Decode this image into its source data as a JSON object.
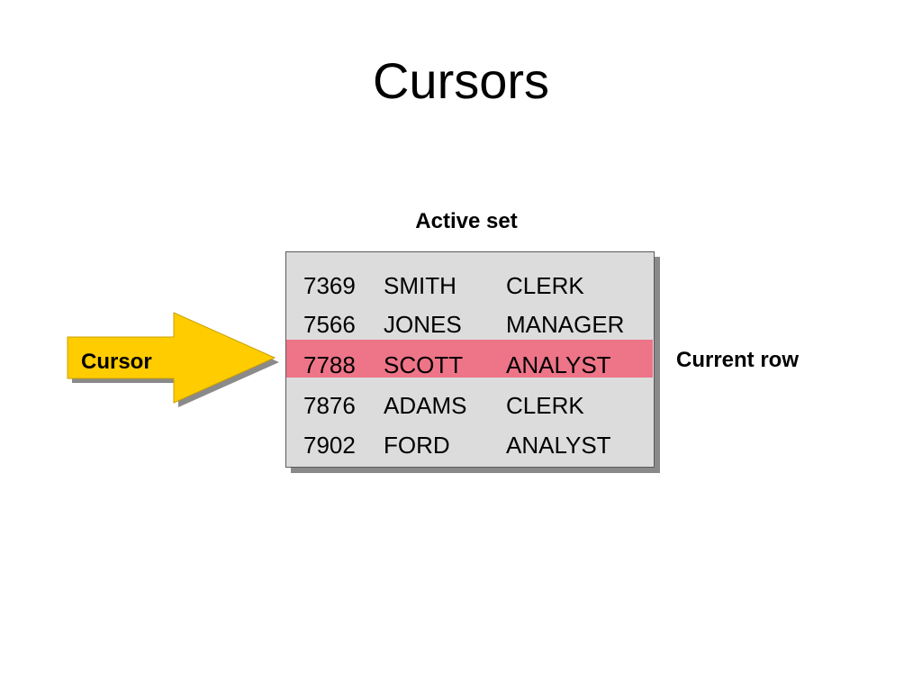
{
  "slide": {
    "title": "Cursors",
    "active_set_label": "Active set",
    "current_row_label": "Current row",
    "cursor_label": "Cursor",
    "colors": {
      "arrow_fill": "#ffcc00",
      "highlight": "#ee7488",
      "table_background": "#dcdcdc",
      "shadow": "#8a8a8a"
    },
    "rows": [
      {
        "id": "7369",
        "name": "SMITH",
        "job": "CLERK"
      },
      {
        "id": "7566",
        "name": "JONES",
        "job": "MANAGER"
      },
      {
        "id": "7788",
        "name": "SCOTT",
        "job": "ANALYST"
      },
      {
        "id": "7876",
        "name": "ADAMS",
        "job": "CLERK"
      },
      {
        "id": "7902",
        "name": "FORD",
        "job": "ANALYST"
      }
    ],
    "current_row_index": 2
  }
}
